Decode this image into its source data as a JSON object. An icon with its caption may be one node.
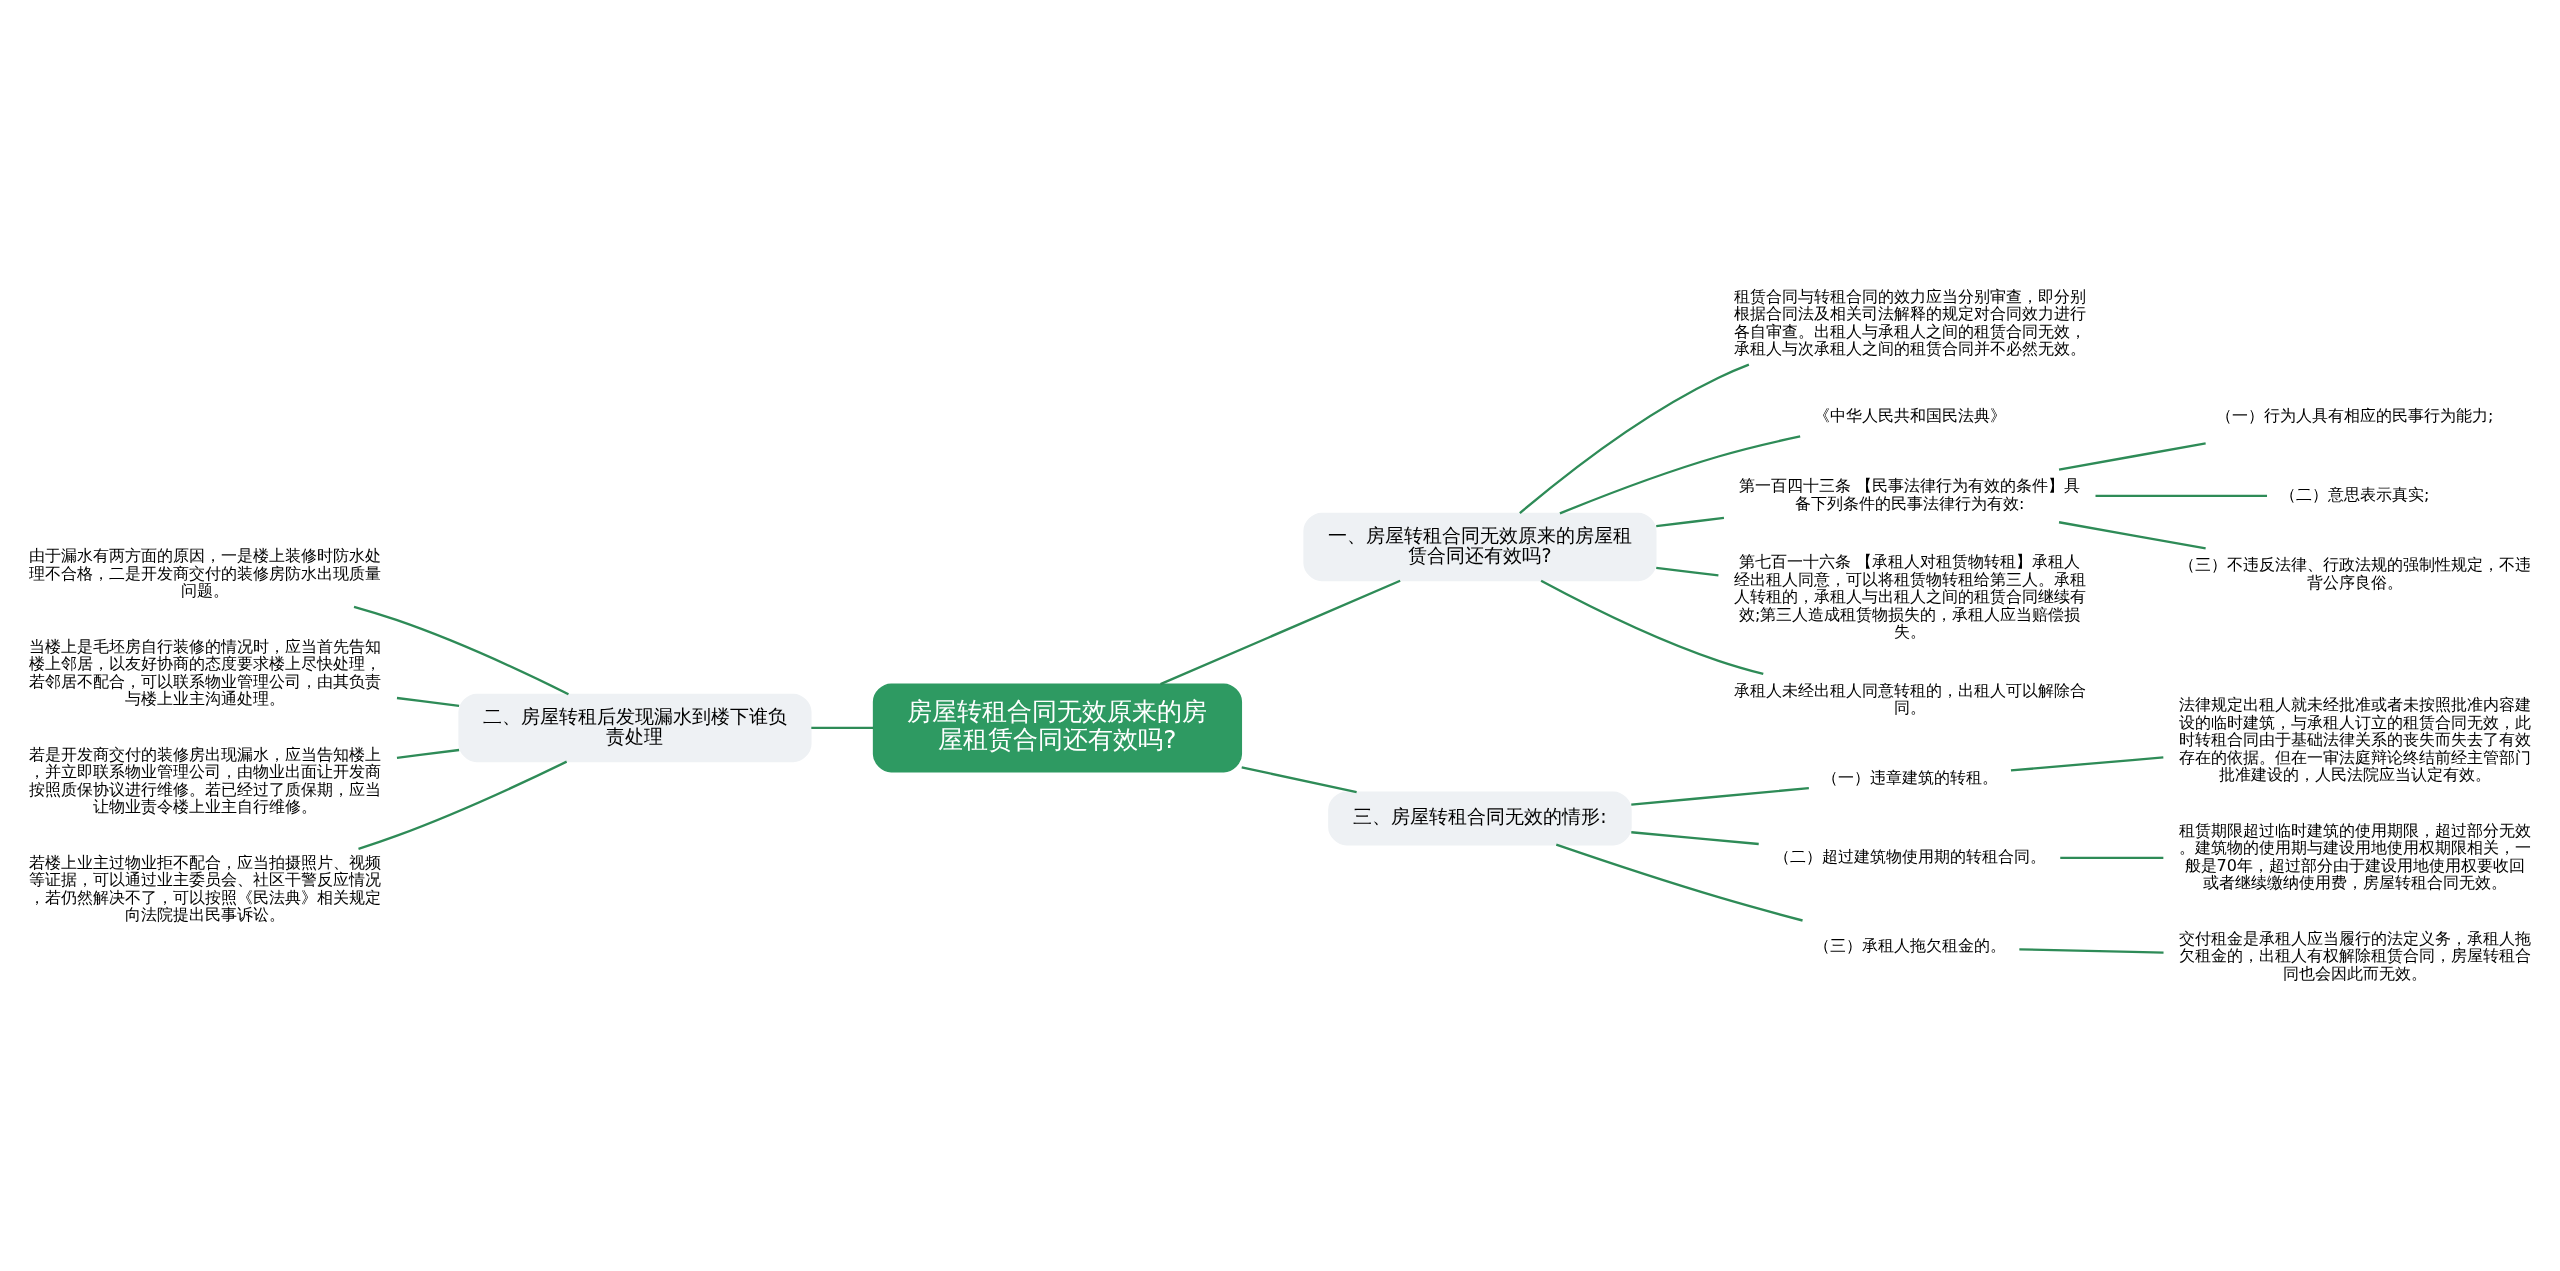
{
  "diagram": {
    "nodes": [
      {
        "text": [
          "房屋转租合同无效原来的房屋租赁合同还有效吗?"
        ]
      },
      {
        "text": [
          "一、房屋转租合同无效原来的房屋租赁合同还有效吗?"
        ]
      },
      {
        "text": [
          "租赁合同与转租合同的效力应当分别审查，即分别根据合同法及相关司法解释的规定对合同效力进行各自审查。出租人与承租人之间的租赁合同无效，承租人与次承租人之间的租赁合同并不必然无效。"
        ]
      },
      {
        "text": [
          "《中华人民共和国民法典》"
        ]
      },
      {
        "text": [
          "第一百四十三条 【民事法律行为有效的条件】具备下列条件的民事法律行为有效:"
        ]
      },
      {
        "text": [
          "（一）行为人具有相应的民事行为能力;"
        ]
      },
      {
        "text": [
          "（二）意思表示真实;"
        ]
      },
      {
        "text": [
          "（三）不违反法律、行政法规的强制性规定，不违背公序良俗。"
        ]
      },
      {
        "text": [
          "第七百一十六条 【承租人对租赁物转租】承租人经出租人同意，可以将租赁物转租给第三人。承租人转租的，承租人与出租人之间的租赁合同继续有效;第三人造成租赁物损失的，承租人应当赔偿损失。"
        ]
      },
      {
        "text": [
          "承租人未经出租人同意转租的，出租人可以解除合同。"
        ]
      },
      {
        "text": [
          "二、房屋转租后发现漏水到楼下谁负责处理"
        ]
      },
      {
        "text": [
          "由于漏水有两方面的原因，一是楼上装修时防水处理不合格，二是开发商交付的装修房防水出现质量问题。"
        ]
      },
      {
        "text": [
          "当楼上是毛坯房自行装修的情况时，应当首先告知楼上邻居，以友好协商的态度要求楼上尽快处理，若邻居不配合，可以联系物业管理公司，由其负责与楼上业主沟通处理。"
        ]
      },
      {
        "text": [
          "若是开发商交付的装修房出现漏水，应当告知楼上，并立即联系物业管理公司，由物业出面让开发商按照质保协议进行维修。若已经过了质保期，应当让物业责令楼上业主自行维修。"
        ]
      },
      {
        "text": [
          "若楼上业主过物业拒不配合，应当拍摄照片、视频等证据，可以通过业主委员会、社区干警反应情况，若仍然解决不了，可以按照《民法典》相关规定向法院提出民事诉讼。"
        ]
      },
      {
        "text": [
          "三、房屋转租合同无效的情形:"
        ]
      },
      {
        "text": [
          "（一）违章建筑的转租。"
        ]
      },
      {
        "text": [
          "法律规定出租人就未经批准或者未按照批准内容建设的临时建筑，与承租人订立的租赁合同无效，此时转租合同由于基础法律关系的丧失而失去了有效存在的依据。但在一审法庭辩论终结前经主管部门批准建设的，人民法院应当认定有效。"
        ]
      },
      {
        "text": [
          "（二）超过建筑物使用期的转租合同。"
        ]
      },
      {
        "text": [
          "租赁期限超过临时建筑的使用期限，超过部分无效。建筑物的使用期与建设用地使用权期限相关，一般是70年，超过部分由于建设用地使用权要收回或者继续缴纳使用费，房屋转租合同无效。"
        ]
      },
      {
        "text": [
          "（三）承租人拖欠租金的。"
        ]
      },
      {
        "text": [
          "交付租金是承租人应当履行的法定义务，承租人拖欠租金的，出租人有权解除租赁合同，房屋转租合同也会因此而无效。"
        ]
      }
    ],
    "edges": [
      {
        "from": 0,
        "to": 1,
        "arrow": "none"
      },
      {
        "from": 1,
        "to": 2,
        "arrow": "none"
      },
      {
        "from": 1,
        "to": 3,
        "arrow": "none"
      },
      {
        "from": 1,
        "to": 4,
        "arrow": "none"
      },
      {
        "from": 4,
        "to": 5,
        "arrow": "none"
      },
      {
        "from": 4,
        "to": 6,
        "arrow": "none"
      },
      {
        "from": 4,
        "to": 7,
        "arrow": "none"
      },
      {
        "from": 1,
        "to": 8,
        "arrow": "none"
      },
      {
        "from": 1,
        "to": 9,
        "arrow": "none"
      },
      {
        "from": 0,
        "to": 10,
        "arrow": "none"
      },
      {
        "from": 10,
        "to": 11,
        "arrow": "none"
      },
      {
        "from": 10,
        "to": 12,
        "arrow": "none"
      },
      {
        "from": 10,
        "to": 13,
        "arrow": "none"
      },
      {
        "from": 10,
        "to": 14,
        "arrow": "none"
      },
      {
        "from": 0,
        "to": 15,
        "arrow": "none"
      },
      {
        "from": 15,
        "to": 16,
        "arrow": "none"
      },
      {
        "from": 16,
        "to": 17,
        "arrow": "none"
      },
      {
        "from": 15,
        "to": 18,
        "arrow": "none"
      },
      {
        "from": 18,
        "to": 19,
        "arrow": "none"
      },
      {
        "from": 15,
        "to": 20,
        "arrow": "none"
      },
      {
        "from": 20,
        "to": 21,
        "arrow": "none"
      }
    ]
  }
}
